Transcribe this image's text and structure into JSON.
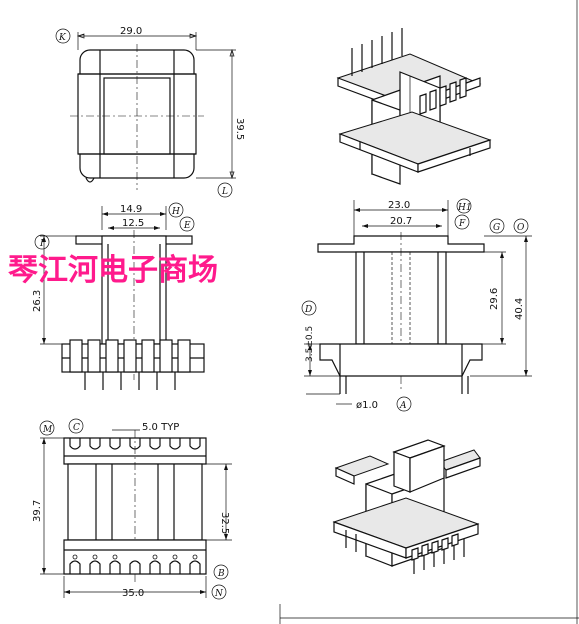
{
  "views": {
    "top": {
      "width": "29.0",
      "height": "39.5",
      "label_width": "K",
      "label_height": "L"
    },
    "front": {
      "outer_width": "14.9",
      "inner_width": "12.5",
      "height": "26.3",
      "label_outer": "H",
      "label_inner": "E",
      "label_left": "I"
    },
    "side": {
      "outer_width": "23.0",
      "inner_width": "20.7",
      "core_height": "29.6",
      "total_height": "40.4",
      "pin_offset": "3.5±0.5",
      "pin_diameter": "ø1.0",
      "label_outer": "H1",
      "label_inner": "F",
      "label_g": "G",
      "label_o": "O",
      "label_d": "D",
      "label_a": "A"
    },
    "bottom": {
      "pitch": "5.0 TYP",
      "height": "39.7",
      "inner_height": "32.5",
      "width": "35.0",
      "label_m": "M",
      "label_c": "C",
      "label_b": "B",
      "label_n": "N"
    }
  },
  "watermark": "琴江河电子商场"
}
